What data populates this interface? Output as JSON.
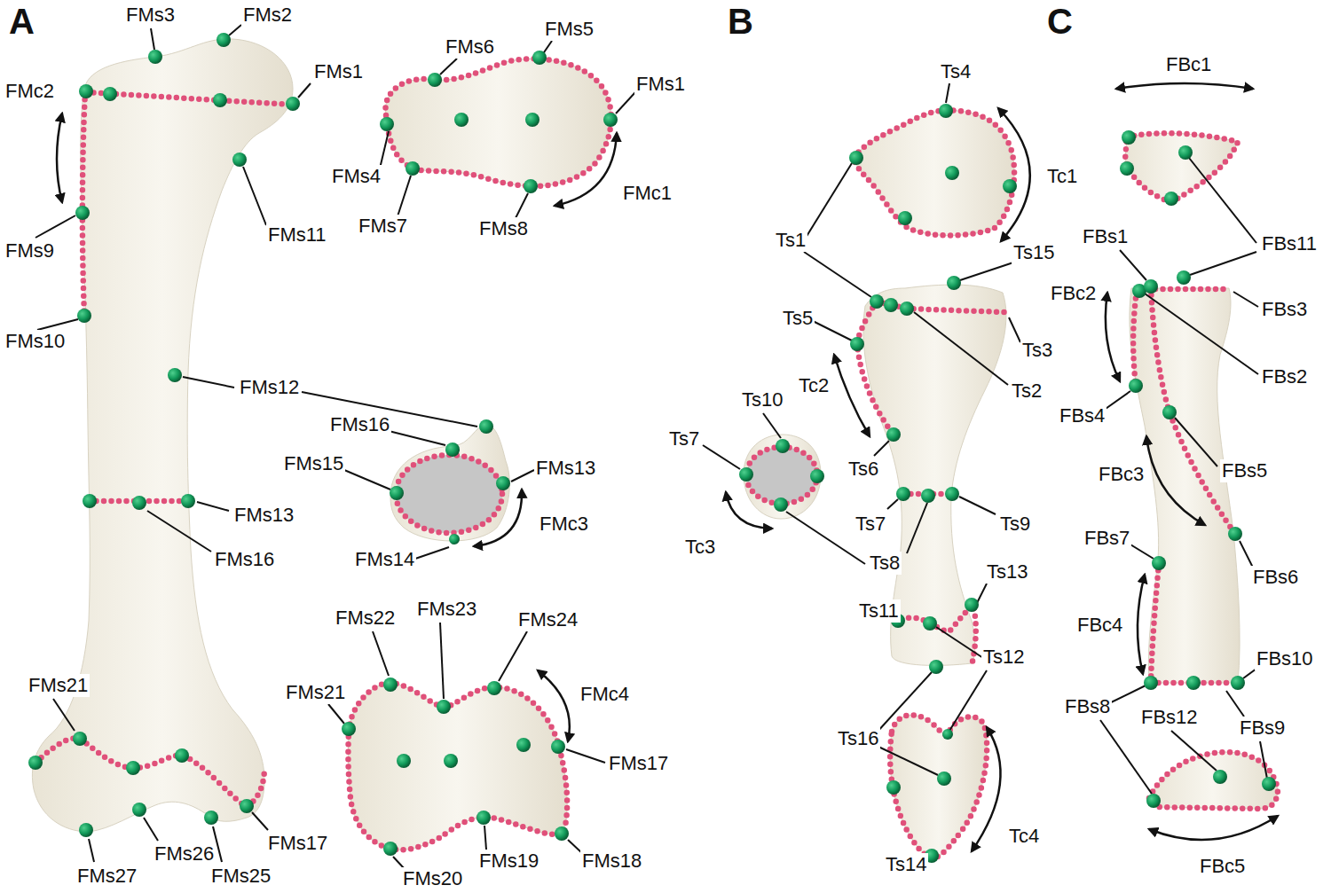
{
  "diagram": {
    "labels": [
      "A",
      "B",
      "C",
      "FMs3",
      "FMs2",
      "FMs1",
      "FMc2",
      "FMs11",
      "FMs9",
      "FMs10",
      "FMs12",
      "FMs13",
      "FMs16",
      "FMs21",
      "FMs27",
      "FMs26",
      "FMs25",
      "FMs17",
      "FMs6",
      "FMs5",
      "FMs1",
      "FMs4",
      "FMs7",
      "FMs8",
      "FMc1",
      "FMs16",
      "FMs15",
      "FMs13",
      "FMc3",
      "FMs14",
      "FMs21",
      "FMs22",
      "FMs23",
      "FMs24",
      "FMc4",
      "FMs17",
      "FMs18",
      "FMs19",
      "FMs20",
      "Ts4",
      "Tc1",
      "Ts1",
      "Ts15",
      "Ts5",
      "Ts3",
      "Ts2",
      "Tc2",
      "Ts10",
      "Ts7",
      "Ts6",
      "Tc3",
      "Ts7",
      "Ts9",
      "Ts8",
      "Ts13",
      "Ts11",
      "Ts12",
      "Ts16",
      "Tc4",
      "Ts14",
      "FBc1",
      "FBs11",
      "FBs1",
      "FBs3",
      "FBc2",
      "FBs2",
      "FBs4",
      "FBs5",
      "FBc3",
      "FBs7",
      "FBs6",
      "FBc4",
      "FBs10",
      "FBs8",
      "FBs12",
      "FBs9",
      "FBc5"
    ]
  }
}
